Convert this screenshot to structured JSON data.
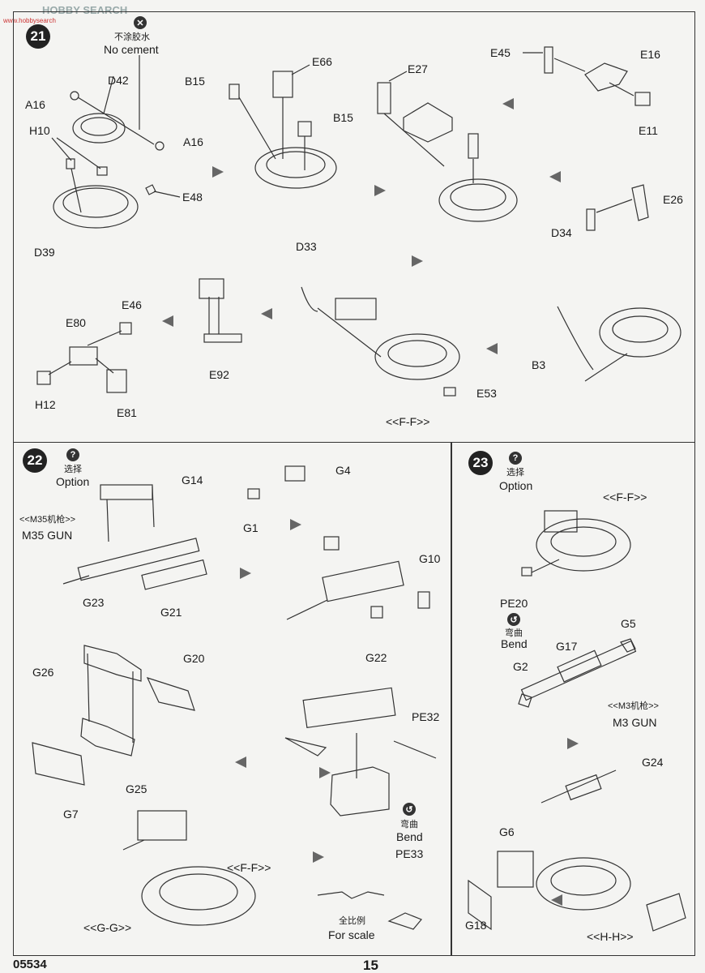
{
  "header": {
    "watermark": "HOBBY SEARCH",
    "site": "www.hobbysearch"
  },
  "footer": {
    "code": "05534",
    "page": "15"
  },
  "step21": {
    "number": "21",
    "note_cn": "不涂胶水",
    "note_en": "No cement",
    "labels": [
      "A16",
      "D42",
      "A16",
      "H10",
      "E48",
      "D39",
      "B15",
      "E66",
      "B15",
      "E27",
      "E45",
      "E16",
      "E11",
      "E26",
      "D34",
      "D33",
      "E46",
      "E80",
      "H12",
      "E81",
      "E92",
      "B3",
      "E53"
    ],
    "subassembly": "<<F-F>>"
  },
  "step22": {
    "number": "22",
    "option_cn": "选择",
    "option_en": "Option",
    "gun_cn": "<<M35机枪>>",
    "gun_en": "M35 GUN",
    "labels": [
      "G14",
      "G23",
      "G21",
      "G4",
      "G1",
      "G10",
      "G22",
      "G26",
      "G20",
      "G25",
      "G7",
      "PE32",
      "PE33"
    ],
    "bend_cn": "弯曲",
    "bend_en": "Bend",
    "scale_cn": "全比例",
    "scale_en": "For scale",
    "sub_ff": "<<F-F>>",
    "sub_gg": "<<G-G>>"
  },
  "step23": {
    "number": "23",
    "option_cn": "选择",
    "option_en": "Option",
    "sub_ff": "<<F-F>>",
    "labels": [
      "PE20",
      "G5",
      "G17",
      "G2",
      "G24",
      "G6",
      "G18"
    ],
    "bend_cn": "弯曲",
    "bend_en": "Bend",
    "gun_cn": "<<M3机枪>>",
    "gun_en": "M3 GUN",
    "sub_hh": "<<H-H>>"
  }
}
